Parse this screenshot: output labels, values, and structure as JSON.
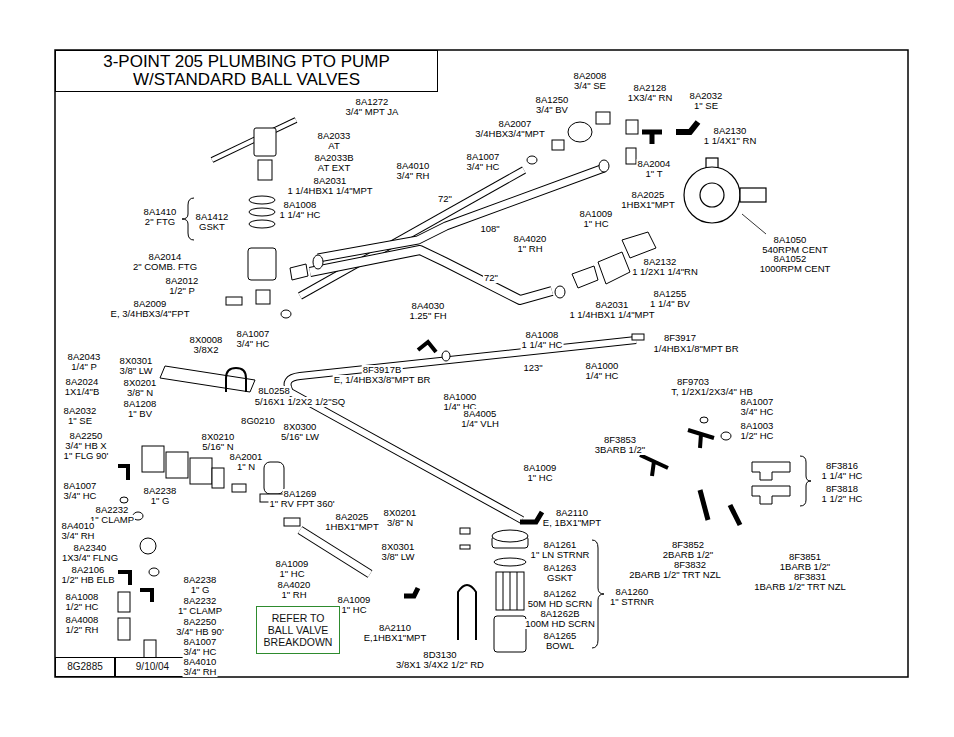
{
  "diagram": {
    "title": "3-POINT 205 PLUMBING PTO PUMP W/STANDARD BALL VALVES",
    "nodes": [
      {
        "text": [
          "REFER TO BALL VALVE BREAKDOWN"
        ]
      },
      {
        "text": [
          "8G2885"
        ]
      },
      {
        "text": [
          "9/10/04"
        ]
      }
    ],
    "labels": [
      "8A1272",
      "3/4\" MPT JA",
      "8A2033",
      "AT",
      "8A2033B",
      "AT EXT",
      "8A2031",
      "1 1/4HBX1 1/4\"MPT",
      "8A1008",
      "1 1/4\" HC",
      "8A1410",
      "2\" FTG",
      "8A1412",
      "GSKT",
      "8A2014",
      "2\" COMB. FTG",
      "8A2012",
      "1/2\" P",
      "8A2009",
      "E, 3/4HBX3/4\"FPT",
      "8A1007",
      "3/4\" HC",
      "8X0008",
      "3/8X2",
      "8A2043",
      "1/4\" P",
      "8X0301",
      "3/8\" LW",
      "8A2024",
      "1X1/4\"B",
      "8X0201",
      "3/8\" N",
      "8A1208",
      "1\" BV",
      "8A2032",
      "1\" SE",
      "8L0258",
      "5/16X1 1/2X2 1/2\"SQ",
      "8G0210",
      "8X0300",
      "5/16\" LW",
      "8X0210",
      "5/16\" N",
      "8A2250",
      "3/4\" HB X",
      "1\" FLG 90'",
      "8A2001",
      "1\" N",
      "8A1007",
      "3/4\" HC",
      "8A2238",
      "1\" G",
      "8A2232",
      "1\" CLAMP",
      "8A4010",
      "3/4\" RH",
      "8A2340",
      "1X3/4\" FLNG",
      "8A2106",
      "1/2\" HB ELB",
      "8A1008",
      "1/2\" HC",
      "8A4008",
      "1/2\" RH",
      "8A2238",
      "1\" G",
      "8A2232",
      "1\" CLAMP",
      "8A2250",
      "3/4\" HB 90'",
      "8A1007",
      "3/4\" HC",
      "8A4010",
      "3/4\" RH",
      "8A1269",
      "1\" RV FPT 360'",
      "8A2025",
      "1HBX1\"MPT",
      "8A1009",
      "1\" HC",
      "8A4020",
      "1\" RH",
      "8A1009",
      "1\" HC",
      "8A2110",
      "E,1HBX1\"MPT",
      "8X0201",
      "3/8\" N",
      "8X0301",
      "3/8\" LW",
      "8D3130",
      "3/8X1 3/4X2 1/2\" RD",
      "8A1009",
      "1\" HC",
      "8A2110",
      "E, 1BX1\"MPT",
      "8A1261",
      "1\" LN STRNR",
      "8A1263",
      "GSKT",
      "8A1262",
      "50M HD SCRN",
      "8A1262B",
      "100M HD SCRN",
      "8A1260",
      "1\" STRNR",
      "8A1265",
      "BOWL",
      "8A4010",
      "3/4\" RH",
      "8A1007",
      "3/4\" HC",
      "8A2007",
      "3/4HBX3/4\"MPT",
      "8A1250",
      "3/4\" BV",
      "8A2008",
      "3/4\" SE",
      "8A2128",
      "1X3/4\" RN",
      "8A2032",
      "1\" SE",
      "8A2130",
      "1 1/4X1\" RN",
      "8A2004",
      "1\" T",
      "8A2025",
      "1HBX1\"MPT",
      "8A1009",
      "1\" HC",
      "72\"",
      "108\"",
      "8A4020",
      "1\" RH",
      "72\"",
      "8A4030",
      "1.25\" FH",
      "8A2132",
      "1 1/2X1 1/4\"RN",
      "8A1050",
      "540RPM CENT",
      "8A1052",
      "1000RPM CENT",
      "8A1255",
      "1 1/4\" BV",
      "8A2031",
      "1 1/4HBX1 1/4\"MPT",
      "8A1008",
      "1 1/4\" HC",
      "8F3917",
      "1/4HBX1/8\"MPT BR",
      "8F3917B",
      "E, 1/4HBX3/8\"MPT BR",
      "123\"",
      "8A1000",
      "1/4\" HC",
      "8A1000",
      "1/4\" HC",
      "8A4005",
      "1/4\" VLH",
      "8F9703",
      "T, 1/2X1/2X3/4\" HB",
      "8A1007",
      "3/4\" HC",
      "8A1003",
      "1/2\" HC",
      "8F3853",
      "3BARB 1/2\"",
      "8F3816",
      "1 1/4\" HC",
      "8F3818",
      "1 1/2\" HC",
      "8F3852",
      "2BARB 1/2\"",
      "8F3832",
      "2BARB 1/2\" TRT NZL",
      "8F3851",
      "1BARB 1/2\"",
      "8F3831",
      "1BARB 1/2\" TRT NZL"
    ]
  }
}
